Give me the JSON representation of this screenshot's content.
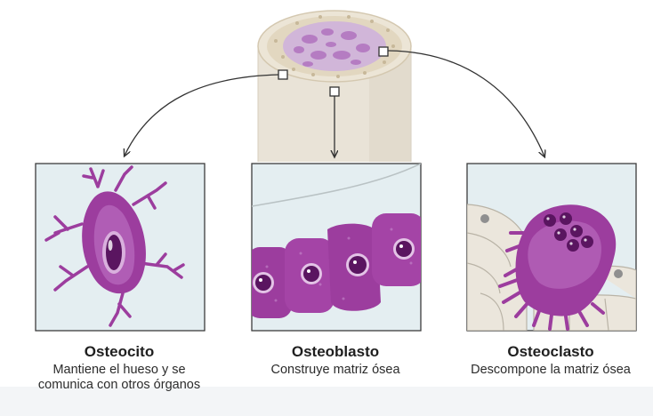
{
  "cells": [
    {
      "title": "Osteocito",
      "description": "Mantiene el hueso y se comunica con otros órganos"
    },
    {
      "title": "Osteoblasto",
      "description": "Construye matriz ósea"
    },
    {
      "title": "Osteoclasto",
      "description": "Descompone la matriz ósea"
    }
  ],
  "colors": {
    "panel_background": "#e4eef1",
    "panel_border": "#3c3c3c",
    "cell_purple": "#9c3d9e",
    "cell_light_purple": "#c98fd0",
    "nucleus": "#5a1560",
    "bone": "#ebe4d8",
    "bone_matrix": "#d9ceba"
  }
}
